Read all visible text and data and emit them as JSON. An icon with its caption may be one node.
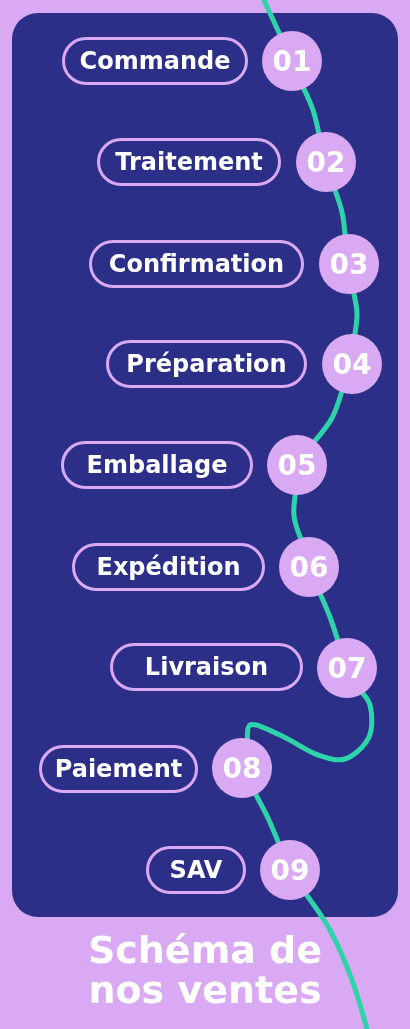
{
  "diagram": {
    "title": "Schéma de nos ventes",
    "nodes": [
      {
        "text": [
          "Commande"
        ]
      },
      {
        "text": [
          "01"
        ]
      },
      {
        "text": [
          "Traitement"
        ]
      },
      {
        "text": [
          "02"
        ]
      },
      {
        "text": [
          "Confirmation"
        ]
      },
      {
        "text": [
          "03"
        ]
      },
      {
        "text": [
          "Préparation"
        ]
      },
      {
        "text": [
          "04"
        ]
      },
      {
        "text": [
          "Emballage"
        ]
      },
      {
        "text": [
          "05"
        ]
      },
      {
        "text": [
          "Expédition"
        ]
      },
      {
        "text": [
          "06"
        ]
      },
      {
        "text": [
          "Livraison"
        ]
      },
      {
        "text": [
          "07"
        ]
      },
      {
        "text": [
          "Paiement"
        ]
      },
      {
        "text": [
          "08"
        ]
      },
      {
        "text": [
          "SAV"
        ]
      },
      {
        "text": [
          "09"
        ]
      }
    ],
    "edges": [
      {
        "from": null,
        "to": 1,
        "arrow": "none"
      },
      {
        "from": 1,
        "to": 3,
        "arrow": "none"
      },
      {
        "from": 3,
        "to": 5,
        "arrow": "none"
      },
      {
        "from": 5,
        "to": 7,
        "arrow": "none"
      },
      {
        "from": 7,
        "to": 9,
        "arrow": "none"
      },
      {
        "from": 9,
        "to": 11,
        "arrow": "none"
      },
      {
        "from": 11,
        "to": 13,
        "arrow": "none"
      },
      {
        "from": 13,
        "to": 15,
        "arrow": "none"
      },
      {
        "from": 15,
        "to": 17,
        "arrow": "none"
      },
      {
        "from": 17,
        "to": null,
        "arrow": "none"
      }
    ]
  }
}
